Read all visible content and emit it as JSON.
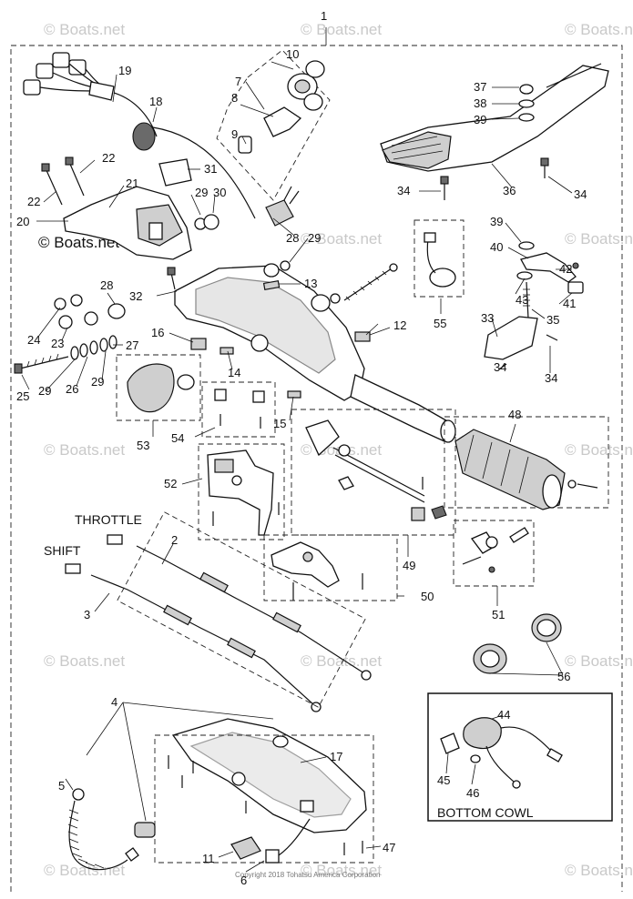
{
  "watermark": "© Boats.net",
  "copyright": "Copyright 2018 Tohatsu America Corporation",
  "labels": {
    "throttle": "THROTTLE",
    "shift": "SHIFT",
    "bottom_cowl": "BOTTOM COWL"
  },
  "callouts": [
    "1",
    "2",
    "3",
    "4",
    "5",
    "6",
    "7",
    "8",
    "9",
    "10",
    "11",
    "12",
    "13",
    "14",
    "15",
    "16",
    "17",
    "18",
    "19",
    "20",
    "21",
    "22",
    "22",
    "23",
    "24",
    "25",
    "26",
    "27",
    "28",
    "28",
    "29",
    "29",
    "29",
    "29",
    "30",
    "31",
    "32",
    "33",
    "34",
    "34",
    "34",
    "34",
    "35",
    "36",
    "37",
    "38",
    "39",
    "39",
    "40",
    "41",
    "42",
    "43",
    "44",
    "45",
    "46",
    "47",
    "48",
    "49",
    "50",
    "51",
    "52",
    "53",
    "54",
    "55",
    "56"
  ]
}
